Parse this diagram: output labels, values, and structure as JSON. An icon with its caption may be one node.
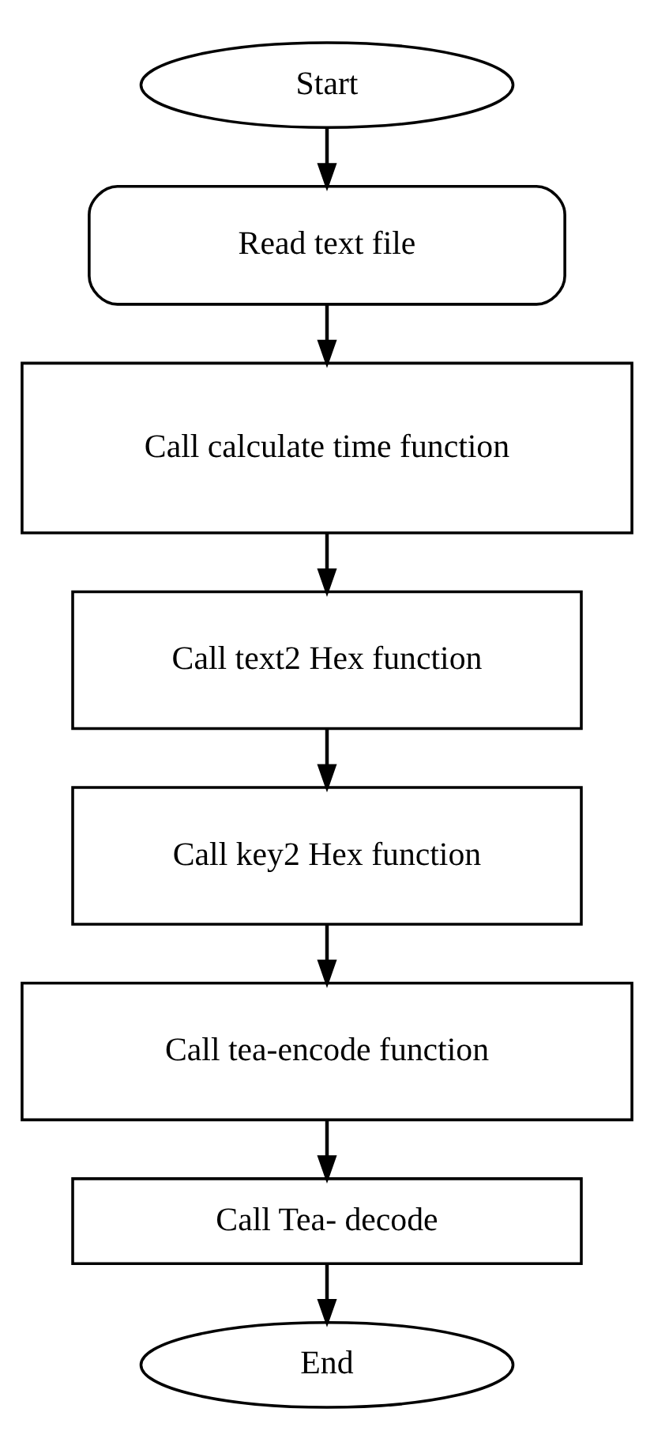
{
  "diagram": {
    "nodes": [
      {
        "text": [
          "Start"
        ]
      },
      {
        "text": [
          "Read text file"
        ]
      },
      {
        "text": [
          "Call calculate time function"
        ]
      },
      {
        "text": [
          "Call text2 Hex function"
        ]
      },
      {
        "text": [
          "Call key2 Hex function"
        ]
      },
      {
        "text": [
          "Call tea-encode function"
        ]
      },
      {
        "text": [
          "Call Tea- decode"
        ]
      },
      {
        "text": [
          "End"
        ]
      }
    ],
    "edges": [
      {
        "from": 0,
        "to": 1,
        "arrow": "to"
      },
      {
        "from": 1,
        "to": 2,
        "arrow": "to"
      },
      {
        "from": 2,
        "to": 3,
        "arrow": "to"
      },
      {
        "from": 3,
        "to": 4,
        "arrow": "to"
      },
      {
        "from": 4,
        "to": 5,
        "arrow": "to"
      },
      {
        "from": 5,
        "to": 6,
        "arrow": "to"
      },
      {
        "from": 6,
        "to": 7,
        "arrow": "to"
      }
    ]
  }
}
